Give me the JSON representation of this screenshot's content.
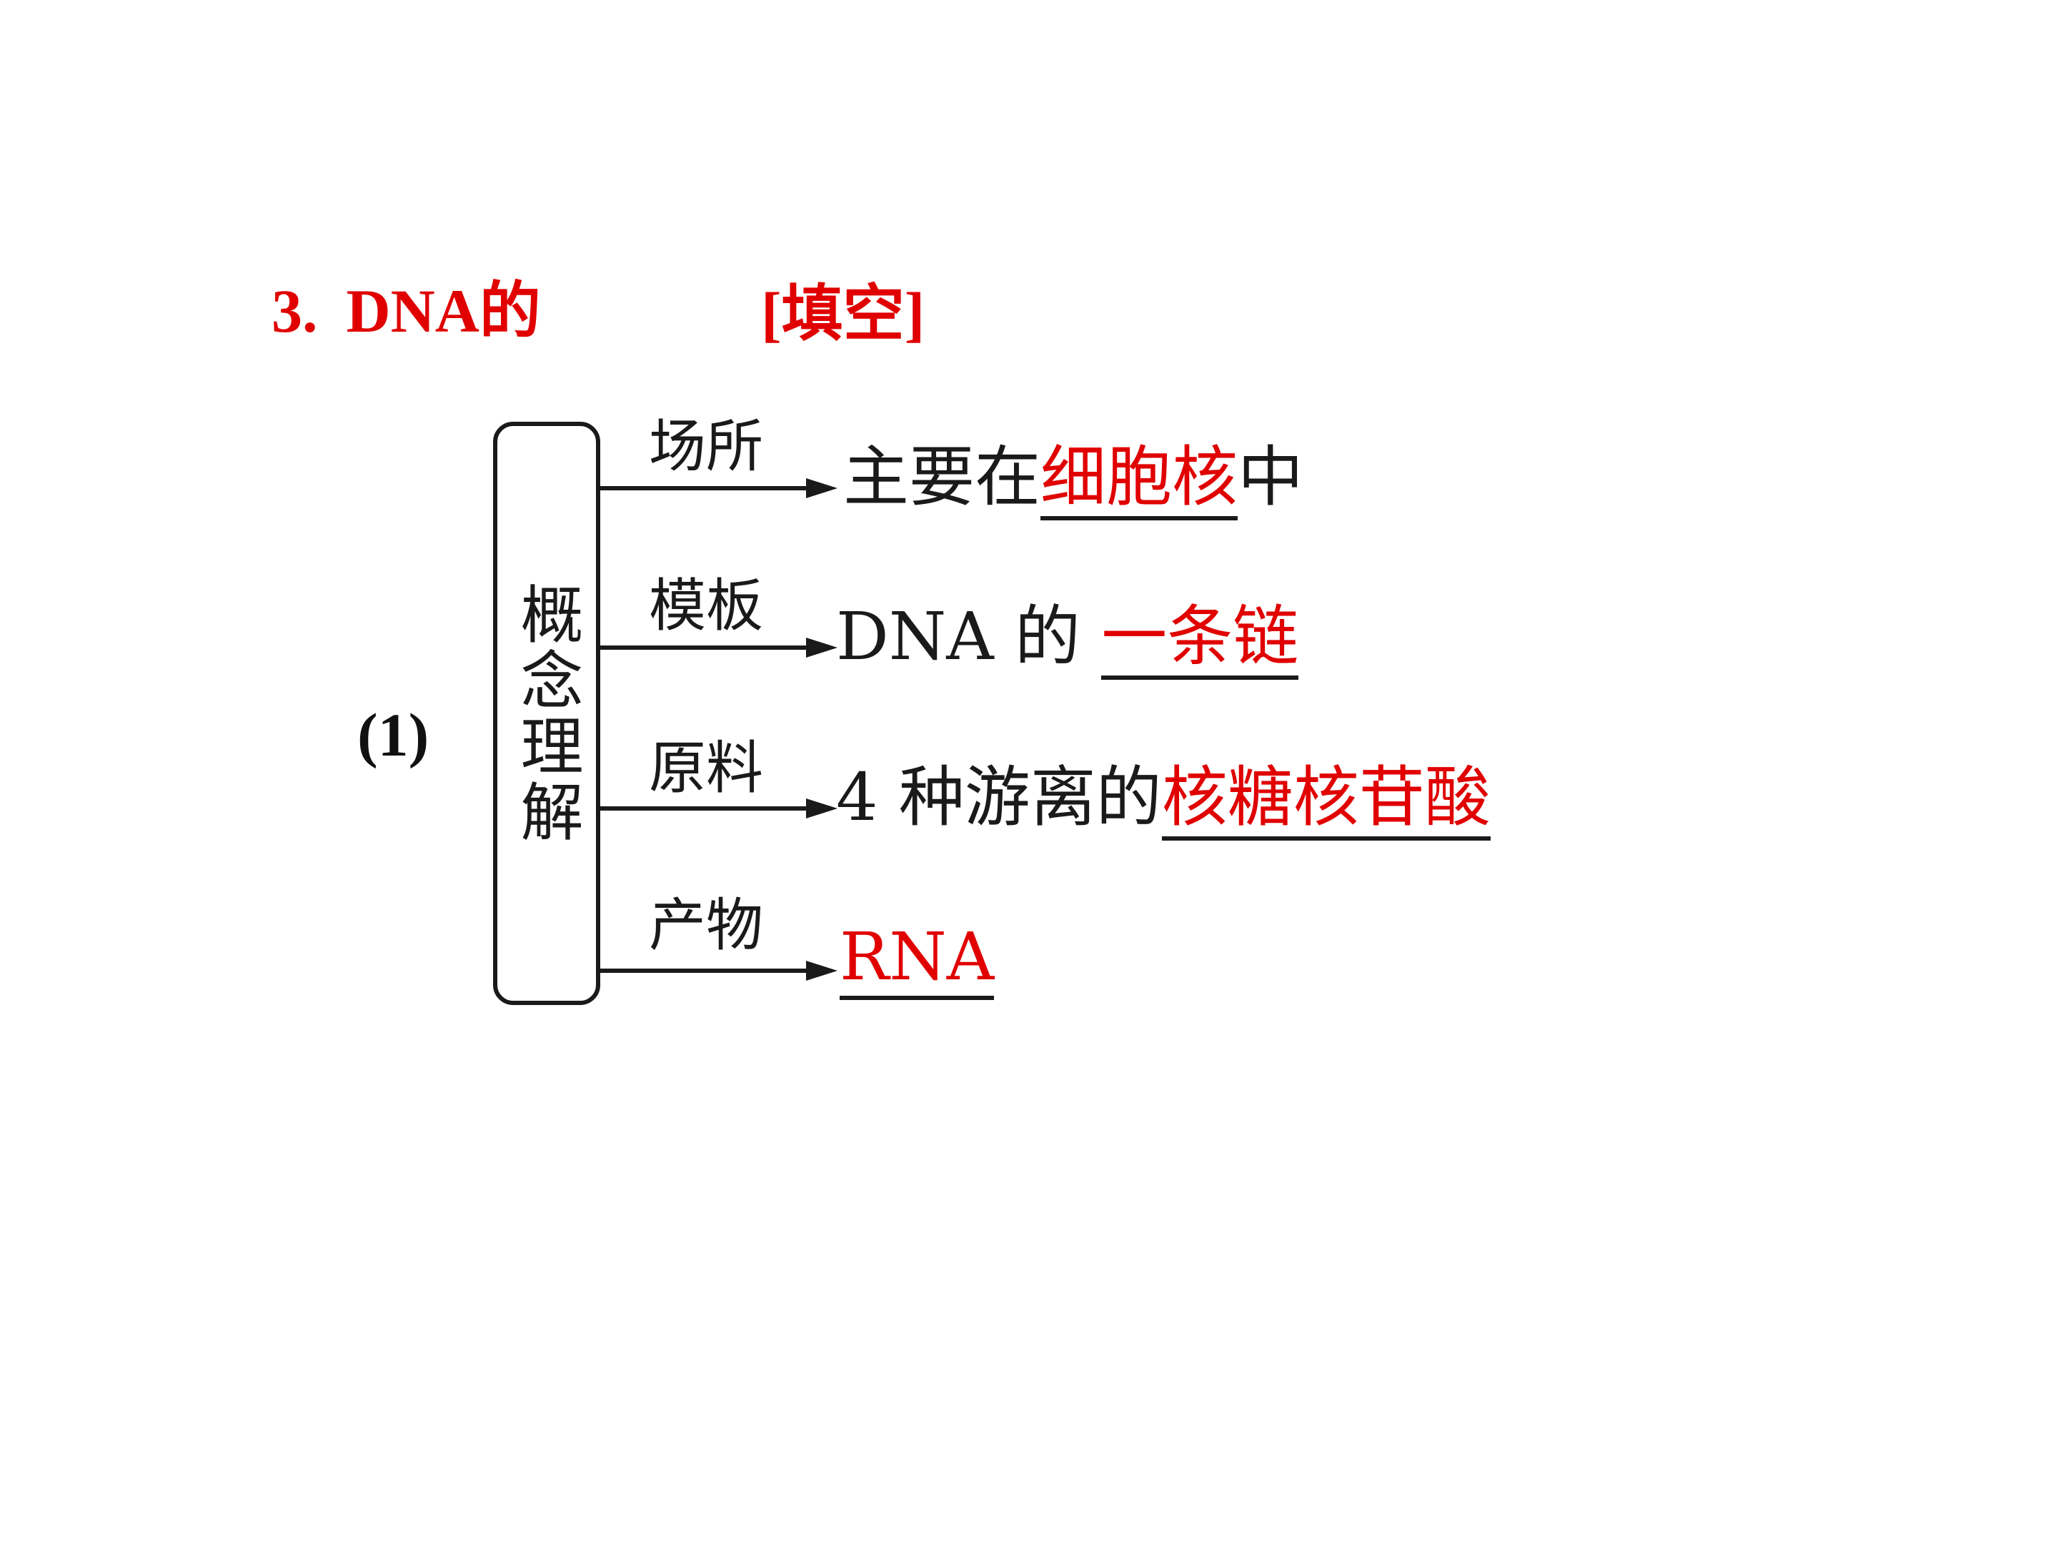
{
  "title": {
    "number": "3.",
    "text": "DNA的",
    "tag": "[填空]"
  },
  "item_number": "(1)",
  "concept_label": "概念理解",
  "branches": [
    {
      "label": "场所",
      "prefix": "主要在",
      "answer": "细胞核",
      "suffix": "中"
    },
    {
      "label": "模板",
      "prefix": "DNA 的",
      "answer": "一条链",
      "suffix": ""
    },
    {
      "label": "原料",
      "prefix": "4 种游离的",
      "answer": "核糖核苷酸",
      "suffix": ""
    },
    {
      "label": "产物",
      "prefix": "",
      "answer": "RNA",
      "suffix": ""
    }
  ],
  "colors": {
    "accent_red": "#e00000",
    "ink": "#1a1a1a",
    "background": "#ffffff"
  }
}
